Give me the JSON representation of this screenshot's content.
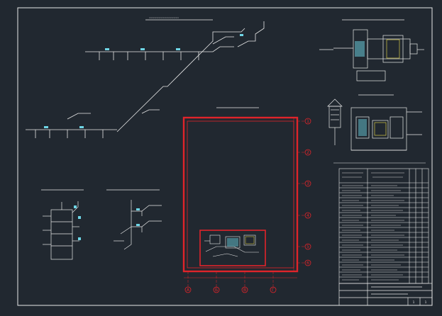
{
  "colors": {
    "background": "#212830",
    "line": "#e8e8e8",
    "plan": "#e0242a",
    "accent": "#f2e24a",
    "cyan": "#6fd6e6"
  },
  "axes": {
    "horizontal": [
      "1",
      "2",
      "3",
      "4",
      "5",
      "6"
    ],
    "vertical": [
      "А",
      "Б",
      "В",
      "Г"
    ]
  },
  "title_block": {
    "sheet": "1",
    "sheets": "1"
  }
}
